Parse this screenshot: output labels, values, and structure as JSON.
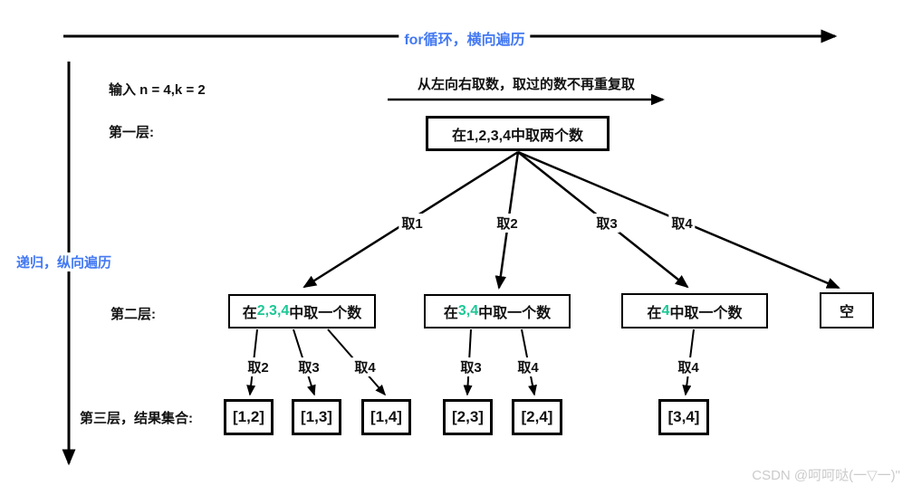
{
  "colors": {
    "accent_blue": "#4379F2",
    "accent_green": "#1DC796",
    "line_black": "#000000",
    "watermark_gray": "#CBCBCB"
  },
  "axes": {
    "top_arrow_label": "for循环，横向遍历",
    "left_arrow_label": "递归，纵向遍历"
  },
  "header": {
    "input_label": "输入 n = 4,k = 2",
    "scan_arrow_label": "从左向右取数，取过的数不再重复取"
  },
  "layers": {
    "level1_label": "第一层:",
    "level2_label": "第二层:",
    "level3_label": "第三层，结果集合:"
  },
  "tree": {
    "root": {
      "text": "在1,2,3,4中取两个数"
    },
    "level1_edges": [
      "取1",
      "取2",
      "取3",
      "取4"
    ],
    "level2_nodes": [
      {
        "prefix": "在",
        "available": "2,3,4",
        "suffix": "中取一个数"
      },
      {
        "prefix": "在",
        "available": "3,4",
        "suffix": "中取一个数"
      },
      {
        "prefix": "在",
        "available": "4",
        "suffix": "中取一个数"
      },
      {
        "text": "空"
      }
    ],
    "level2_edges": [
      "取2",
      "取3",
      "取4",
      "取3",
      "取4",
      "取4"
    ],
    "results": [
      "[1,2]",
      "[1,3]",
      "[1,4]",
      "[2,3]",
      "[2,4]",
      "[3,4]"
    ]
  },
  "watermark": "CSDN @呵呵哒(一▽一)\""
}
